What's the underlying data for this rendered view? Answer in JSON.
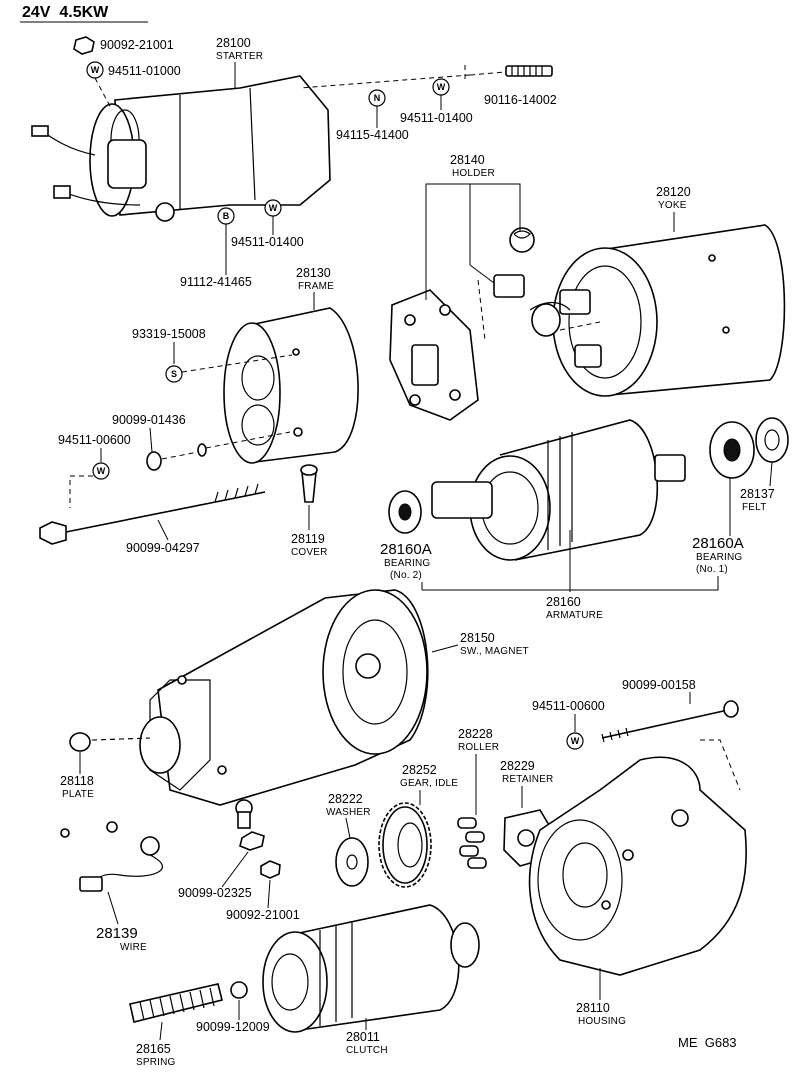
{
  "header": {
    "spec": "24V  4.5KW"
  },
  "footer": {
    "code": "ME  G683"
  },
  "symbols": {
    "w": "W",
    "n": "N",
    "b": "B",
    "s": "S"
  },
  "parts": {
    "nut_top": {
      "number": "90092-21001"
    },
    "starter": {
      "number": "28100",
      "name": "STARTER"
    },
    "washer_a": {
      "number": "94511-01000"
    },
    "washer_b": {
      "number": "94511-01400"
    },
    "stud": {
      "number": "90116-14002"
    },
    "nut_n": {
      "number": "94115-41400"
    },
    "washer_c": {
      "number": "94511-01400"
    },
    "bolt_b": {
      "number": "91112-41465"
    },
    "holder": {
      "number": "28140",
      "name": "HOLDER"
    },
    "yoke": {
      "number": "28120",
      "name": "YOKE"
    },
    "frame": {
      "number": "28130",
      "name": "FRAME"
    },
    "screw_s": {
      "number": "93319-15008"
    },
    "washer_d": {
      "number": "90099-01436"
    },
    "washer_e": {
      "number": "94511-00600"
    },
    "cover": {
      "number": "28119",
      "name": "COVER"
    },
    "through_bolt": {
      "number": "90099-04297"
    },
    "bearing2": {
      "number": "28160A",
      "name": "BEARING",
      "sub": "(No. 2)"
    },
    "armature": {
      "number": "28160",
      "name": "ARMATURE"
    },
    "bearing1": {
      "number": "28160A",
      "name": "BEARING",
      "sub": "(No. 1)"
    },
    "felt": {
      "number": "28137",
      "name": "FELT"
    },
    "magnet_sw": {
      "number": "28150",
      "name": "SW., MAGNET"
    },
    "bolt_long": {
      "number": "90099-00158"
    },
    "washer_f": {
      "number": "94511-00600"
    },
    "plate": {
      "number": "28118",
      "name": "PLATE"
    },
    "roller": {
      "number": "28228",
      "name": "ROLLER"
    },
    "idle_gear": {
      "number": "28252",
      "name": "GEAR, IDLE"
    },
    "retainer": {
      "number": "28229",
      "name": "RETAINER"
    },
    "washer_g": {
      "number": "28222",
      "name": "WASHER"
    },
    "lockwasher": {
      "number": "90099-02325"
    },
    "nut_bottom": {
      "number": "90092-21001"
    },
    "wire": {
      "number": "28139",
      "name": "WIRE"
    },
    "housing": {
      "number": "28110",
      "name": "HOUSING"
    },
    "ball": {
      "number": "90099-12009"
    },
    "clutch": {
      "number": "28011",
      "name": "CLUTCH"
    },
    "spring": {
      "number": "28165",
      "name": "SPRING"
    }
  }
}
